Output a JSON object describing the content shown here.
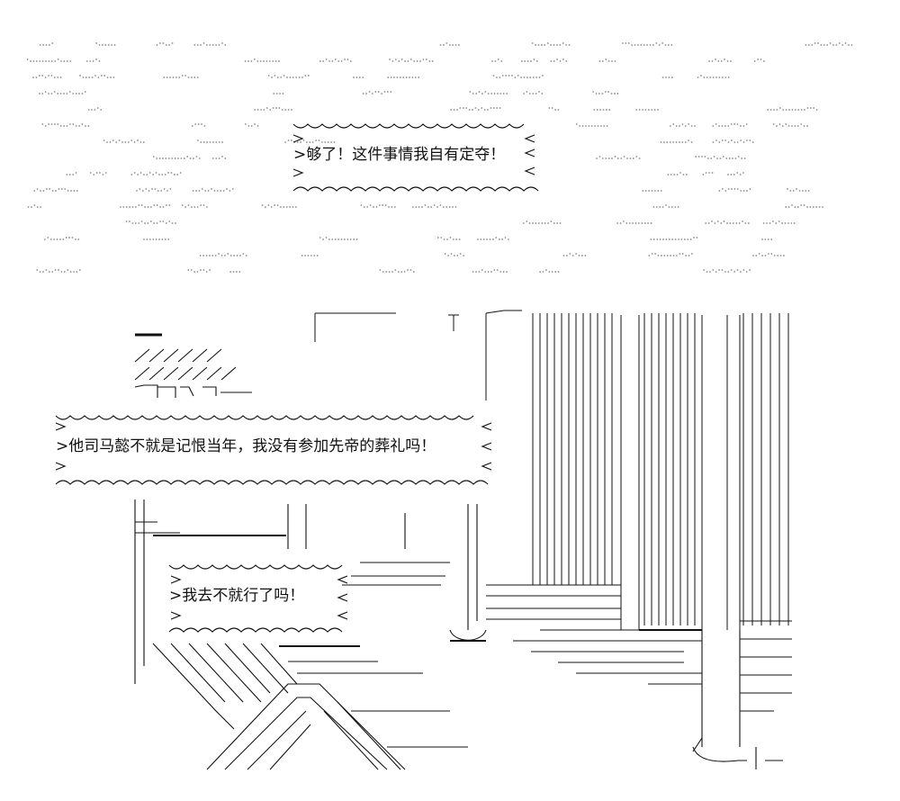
{
  "dialogue": {
    "line1": ">够了！这件事情我自有定夺！",
    "line2": ">他司马懿不就是记恨当年，我没有参加先帝的葬礼吗！",
    "line3": ">我去不就行了吗！"
  },
  "colors": {
    "background": "#ffffff",
    "ink": "#111111",
    "dots": "#8a8a8a"
  }
}
